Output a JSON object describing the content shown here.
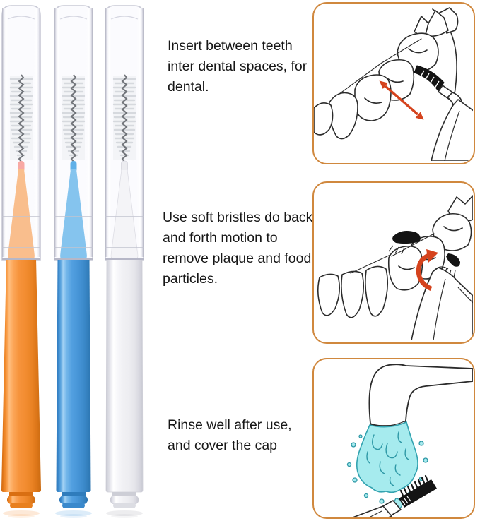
{
  "image": {
    "kind": "product instruction sheet",
    "background": "#ffffff",
    "subject": "interdental brushes with usage steps"
  },
  "brushes": {
    "description": "three capped interdental brushes with clear protective caps and twisted-wire bristle heads",
    "items": [
      {
        "label": "orange brush",
        "handle_color": "#F6933B",
        "cone_color": "#F9BE8D",
        "tip_color": "#F8A9A4",
        "cap": "clear"
      },
      {
        "label": "blue brush",
        "handle_color": "#529FE0",
        "cone_color": "#85C4EE",
        "tip_color": "#5FB0E8",
        "cap": "clear"
      },
      {
        "label": "white brush",
        "handle_color": "#F1F1F4",
        "cone_color": "#F4F4F7",
        "tip_color": "#ECECF0",
        "cap": "clear"
      }
    ]
  },
  "steps": [
    {
      "text": "Insert between teeth inter dental spaces, for dental.",
      "illustration": "brush inserted between teeth with red double arrow"
    },
    {
      "text": "Use soft bristles do back and forth motion to remove plaque and food particles.",
      "illustration": "brush between teeth with red curved motion arrow"
    },
    {
      "text": "Rinse well after use, and cover the cap",
      "illustration": "brush rinsed under running faucet water"
    }
  ],
  "colors": {
    "panel_border": "#D0883E",
    "arrow_red": "#D5431D",
    "line_art": "#2B2B2B",
    "water_fill": "#A6EBEE",
    "water_outline": "#33A3B0",
    "text": "#171717"
  }
}
